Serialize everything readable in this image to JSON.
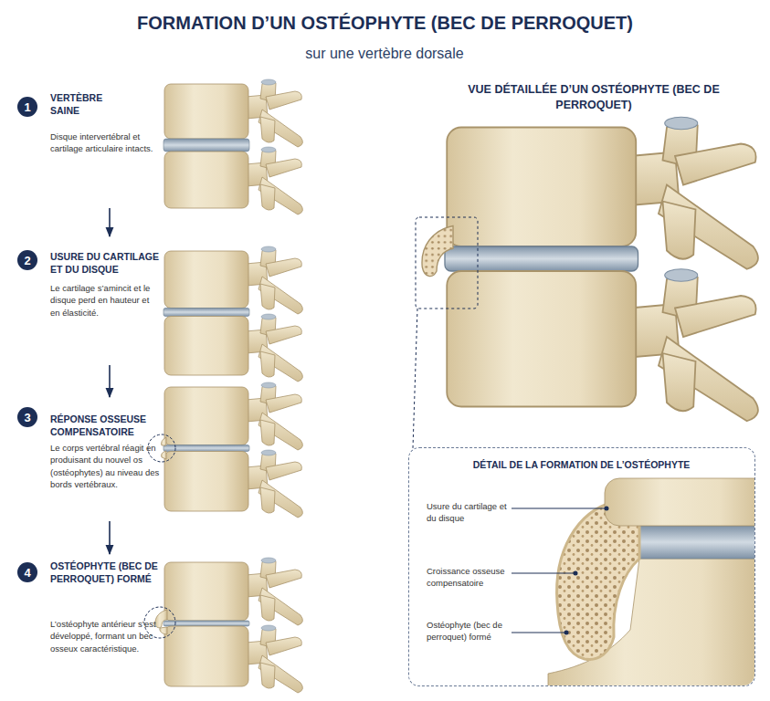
{
  "diagram": {
    "title": "FORMATION D’UN OSTÉOPHYTE (BEC DE PERROQUET)",
    "nodes": [
      {
        "text": [
          "VERTÈBRE SAINE",
          "Disque intervertébral et cartilage articulaire intacts."
        ]
      },
      {
        "text": [
          "1"
        ],
        "in": 0
      },
      {
        "text": [
          "USURE DU CARTILAGE ET DU DISQUE",
          "Le cartilage s’amincit et le disque perd en hauteur et en élasticité."
        ]
      },
      {
        "text": [
          "2"
        ],
        "in": 2
      },
      {
        "text": [
          "RÉPONSE OSSEUSE COMPENSATOIRE",
          "Le corps vertébral réagit en produisant du nouvel os (ostéophytes) au niveau des bords vertébraux."
        ]
      },
      {
        "text": [
          "3"
        ],
        "in": 4
      },
      {
        "text": [
          "OSTÉOPHYTE (BEC DE PERROQUET) FORMÉ",
          "L’ostéophyte antérieur s’est développé, formant un bec osseux caractéristique."
        ]
      },
      {
        "text": [
          "4"
        ],
        "in": 6
      },
      {
        "text": [
          "DÉTAIL DE LA FORMATION DE L’OSTÉOPHYTE"
        ]
      }
    ],
    "edges": [
      {
        "from": 0,
        "to": 2,
        "arrow": "to"
      },
      {
        "from": 2,
        "to": 4,
        "arrow": "to"
      },
      {
        "from": 4,
        "to": 6,
        "arrow": "to"
      }
    ],
    "labels": [
      "sur une vertèbre dorsale",
      "VUE DÉTAILLÉE D’UN OSTÉOPHYTE (BEC DE PERROQUET)",
      "Usure du cartilage et du disque",
      "Croissance osseuse compensatoire",
      "Ostéophyte (bec de perroquet) formé"
    ]
  }
}
